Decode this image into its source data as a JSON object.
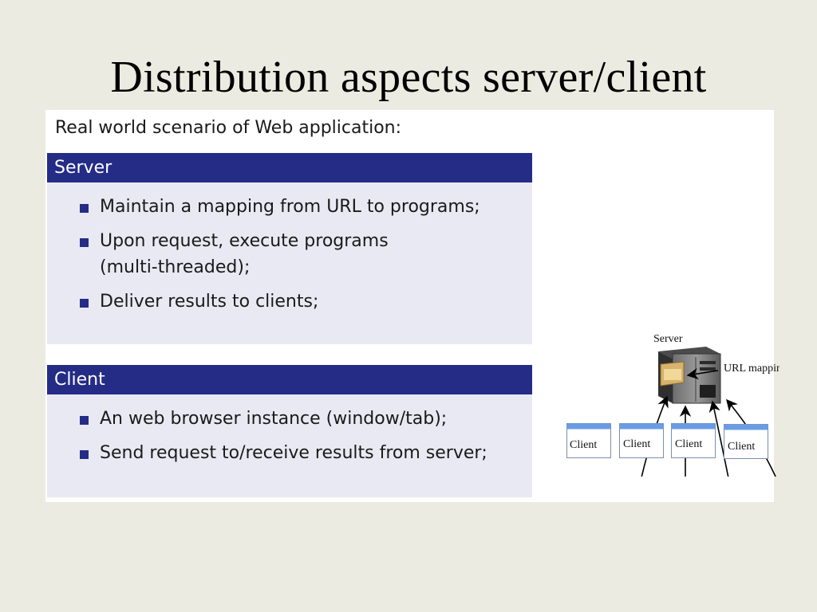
{
  "slide": {
    "title": "Distribution aspects server/client"
  },
  "content": {
    "intro": "Real world scenario of Web application:",
    "server_block": {
      "heading": "Server",
      "items": [
        "Maintain a mapping from URL to programs;",
        "Upon request, execute programs (multi-threaded);",
        "Deliver results to clients;"
      ]
    },
    "client_block": {
      "heading": "Client",
      "items": [
        "An web browser instance (window/tab);",
        "Send request to/receive results from server;"
      ]
    }
  },
  "diagram": {
    "server_label": "Server",
    "url_mapping_label": "URL mapping",
    "clients": [
      "Client",
      "Client",
      "Client",
      "Client"
    ]
  },
  "colors": {
    "block_header": "#252c86",
    "block_body": "#e9e9f3",
    "slide_background": "#ecebe1"
  }
}
